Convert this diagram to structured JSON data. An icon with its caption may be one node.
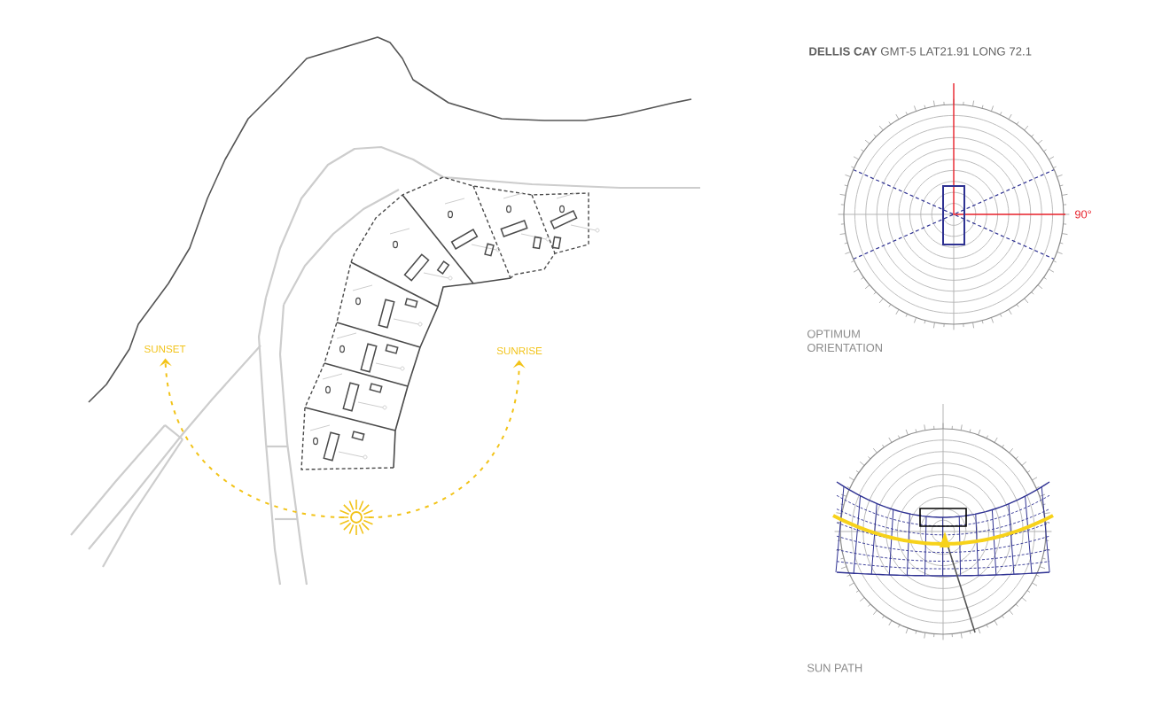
{
  "diagram": {
    "title": "**DELLIS CAY** GMT-5  LAT21.91 LONG 72.1",
    "nodes": [
      {
        "text": [
          "SUNSET"
        ]
      },
      {
        "text": [
          "SUNRISE"
        ]
      },
      {
        "text": [],
        "shape": "sun"
      }
    ],
    "edges": [
      {
        "from": 2,
        "to": 0,
        "arrow": "to",
        "style": "dashed",
        "color": "#f2c318"
      },
      {
        "from": 2,
        "to": 1,
        "arrow": "to",
        "style": "dashed",
        "color": "#f2c318"
      }
    ],
    "labels": [
      "90°",
      "OPTIMUM ORIENTATION",
      "SUN PATH"
    ]
  }
}
